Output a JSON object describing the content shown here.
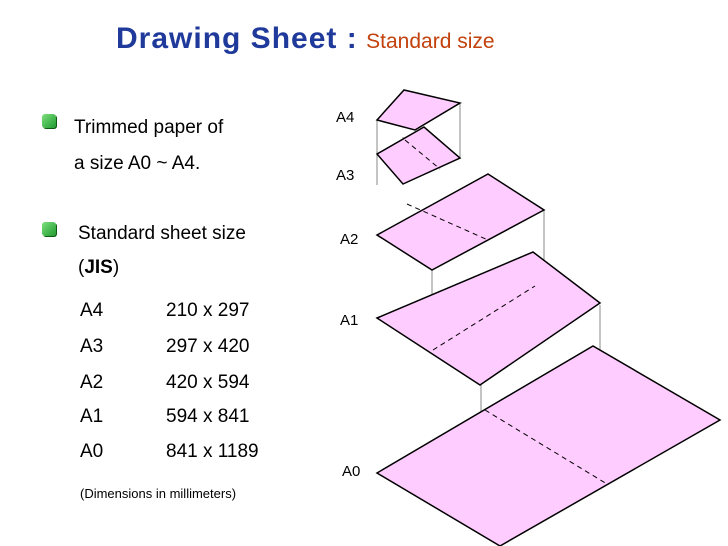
{
  "title": {
    "main": "Drawing  Sheet :",
    "sub": "Standard size"
  },
  "bullets": [
    {
      "line1": "Trimmed paper of",
      "line2": "a size A0 ~ A4."
    },
    {
      "line1": "Standard sheet size",
      "line2_prefix": "(",
      "line2_bold": "JIS",
      "line2_suffix": ")"
    }
  ],
  "sizes": [
    {
      "name": "A4",
      "dims": "210 x 297"
    },
    {
      "name": "A3",
      "dims": "297 x 420"
    },
    {
      "name": "A2",
      "dims": "420 x 594"
    },
    {
      "name": "A1",
      "dims": "594 x 841"
    },
    {
      "name": "A0",
      "dims": "841 x 1189"
    }
  ],
  "note": "(Dimensions in millimeters)",
  "diagram_labels": [
    "A4",
    "A3",
    "A2",
    "A1",
    "A0"
  ],
  "colors": {
    "title": "#1f3a9b",
    "subtitle": "#c2410c",
    "sheet_fill": "#ffccff",
    "bullet": "#2eaa3e"
  }
}
